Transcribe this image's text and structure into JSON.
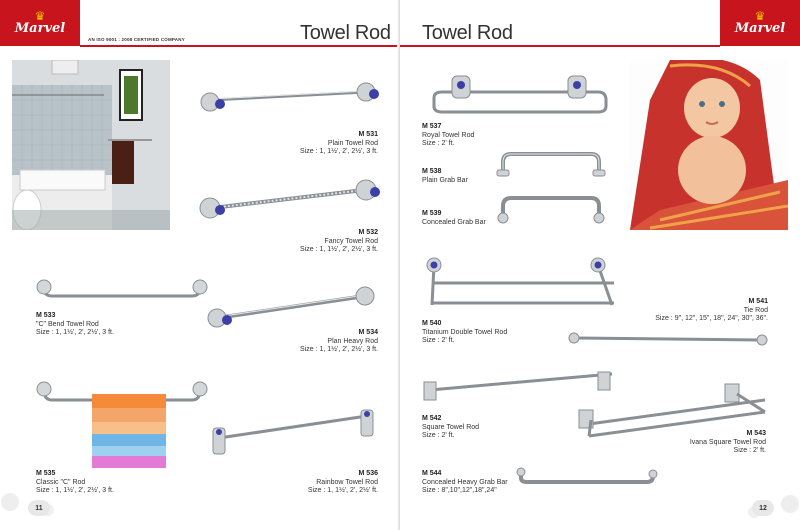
{
  "brand": {
    "name": "Marvel",
    "cert": "AN ISO 9001 : 2008 CERTIFIED COMPANY"
  },
  "pages": {
    "left": {
      "title": "Towel Rod",
      "number": "11"
    },
    "right": {
      "title": "Towel Rod",
      "number": "12"
    }
  },
  "products": {
    "m531": {
      "code": "M 531",
      "name": "Plain Towel Rod",
      "size": "Size : 1, 1½', 2', 2½', 3 ft."
    },
    "m532": {
      "code": "M 532",
      "name": "Fancy Towel Rod",
      "size": "Size : 1, 1½', 2', 2½', 3 ft."
    },
    "m533": {
      "code": "M 533",
      "name": "\"C\" Bend Towel Rod",
      "size": "Size : 1, 1½', 2', 2½', 3 ft."
    },
    "m534": {
      "code": "M 534",
      "name": "Plan Heavy Rod",
      "size": "Size : 1, 1½', 2', 2½', 3 ft."
    },
    "m535": {
      "code": "M 535",
      "name": "Classic \"C\" Rod",
      "size": "Size : 1, 1½', 2', 2½', 3 ft."
    },
    "m536": {
      "code": "M 536",
      "name": "Rainbow Towel Rod",
      "size": "Size : 1, 1½', 2', 2½' ft."
    },
    "m537": {
      "code": "M 537",
      "name": "Royal Towel Rod",
      "size": "Size : 2' ft."
    },
    "m538": {
      "code": "M 538",
      "name": "Plain Grab Bar",
      "size": ""
    },
    "m539": {
      "code": "M 539",
      "name": "Concealed Grab Bar",
      "size": ""
    },
    "m540": {
      "code": "M 540",
      "name": "Titanium Double Towel Rod",
      "size": "Size : 2' ft."
    },
    "m541": {
      "code": "M 541",
      "name": "Tie Rod",
      "size": "Size : 9\", 12\", 15\", 18\", 24\", 30\", 36\"."
    },
    "m542": {
      "code": "M 542",
      "name": "Square Towel Rod",
      "size": "Size : 2' ft."
    },
    "m543": {
      "code": "M 543",
      "name": "Ivana Square Towel Rod",
      "size": "Size : 2' ft."
    },
    "m544": {
      "code": "M 544",
      "name": "Concealed Heavy Grab Bar",
      "size": "Size : 8\",10\",12\",18\",24\""
    }
  }
}
